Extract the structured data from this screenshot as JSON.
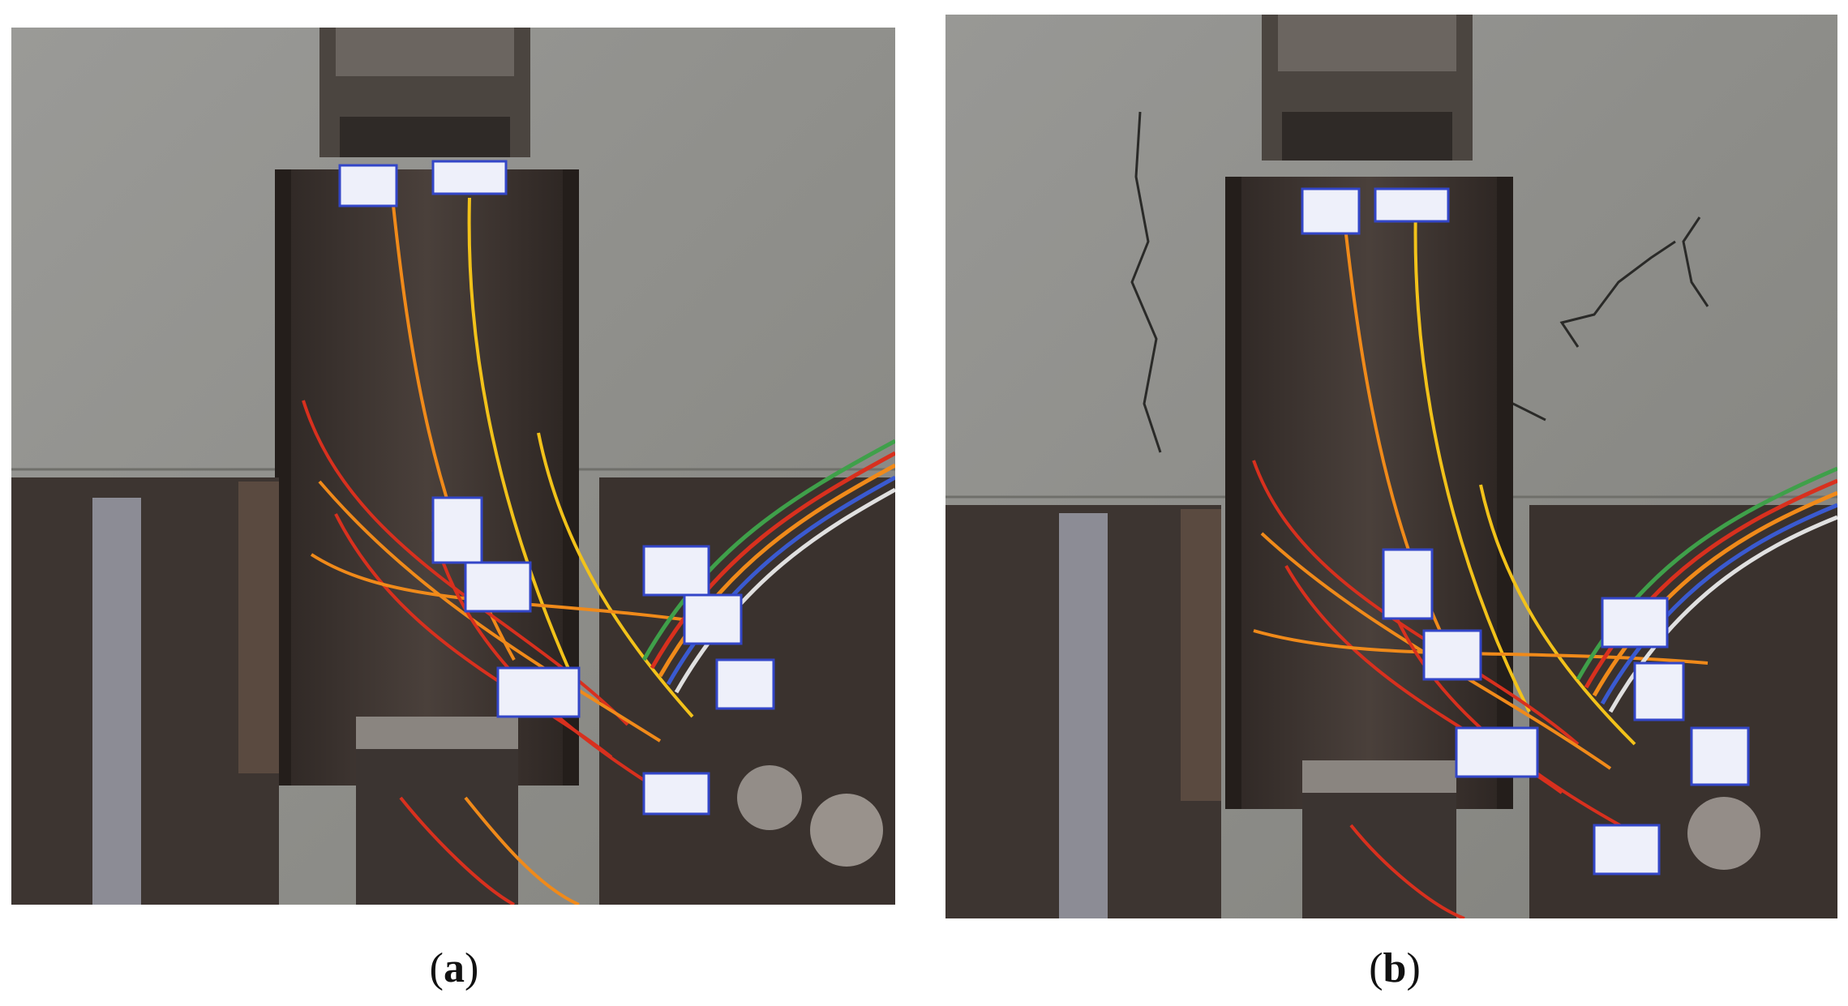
{
  "figure": {
    "panels": [
      {
        "id": "a",
        "caption_open": "(",
        "caption_letter": "a",
        "caption_close": ")"
      },
      {
        "id": "b",
        "caption_open": "(",
        "caption_letter": "b",
        "caption_close": ")"
      }
    ],
    "colors": {
      "concrete": "#8f8f8c",
      "steel": "#3a3330",
      "wire_red": "#d8301e",
      "wire_orange": "#f08a1a",
      "wire_yellow": "#f2c21a",
      "label_paper": "#eef0fa",
      "label_border": "#3346c8"
    }
  }
}
